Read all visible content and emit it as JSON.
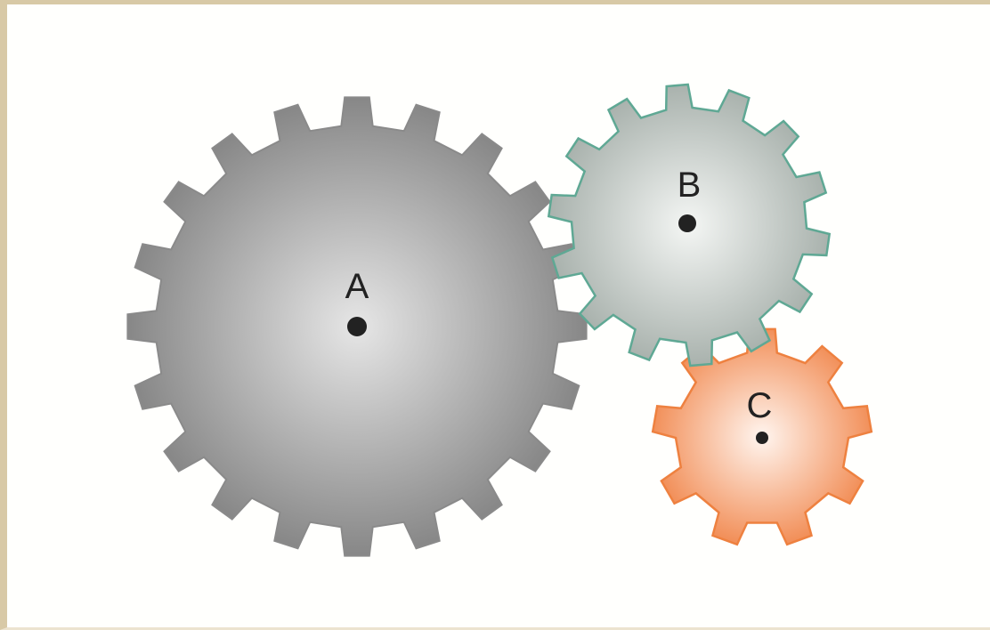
{
  "gears": [
    {
      "label": "A",
      "teeth": 20,
      "fill_outer": "#878787",
      "fill_inner": "#e6e6e6",
      "stroke": "#8a8a8a"
    },
    {
      "label": "B",
      "teeth": 14,
      "fill_outer": "#a9b2ad",
      "fill_inner": "#f4f6f4",
      "stroke": "#5fa894"
    },
    {
      "label": "C",
      "teeth": 9,
      "fill_outer": "#f2905a",
      "fill_inner": "#fff5ef",
      "stroke": "#ee8140"
    }
  ]
}
